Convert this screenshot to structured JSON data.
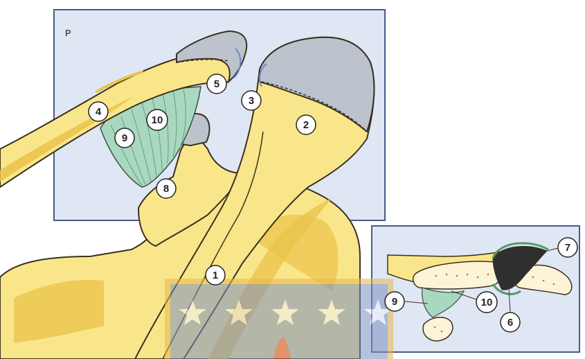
{
  "panel_label": "P",
  "labels": {
    "l1": "1",
    "l2": "2",
    "l3": "3",
    "l4": "4",
    "l5": "5",
    "l6": "6",
    "l7": "7",
    "l8": "8",
    "l9": "9",
    "l10": "10",
    "l9b": "9",
    "l10b": "10"
  },
  "colors": {
    "panel_bg": "#dfe6f4",
    "panel_border": "#4a5a8a",
    "bone": "#fae68a",
    "bone_shade": "#e9c34a",
    "bone_outline": "#3a3020",
    "cartilage": "#bcc3cc",
    "ligament": "#a9d8c0",
    "marrow": "#fdf4d8",
    "watermark_blue": "#7c8fc0",
    "watermark_gold": "#e8b84a",
    "watermark_red": "#d05050"
  }
}
